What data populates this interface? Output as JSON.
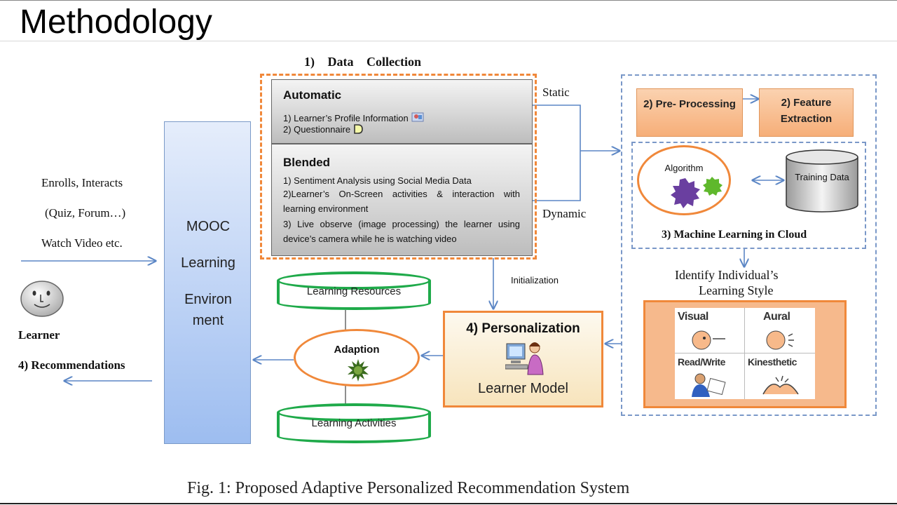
{
  "slide": {
    "title": "Methodology"
  },
  "data_collection": {
    "heading_num": "1)",
    "heading_text": "Data Collection",
    "static_label": "Static",
    "dynamic_label": "Dynamic",
    "automatic": {
      "title": "Automatic",
      "items": [
        "1) Learner’s Profile Information",
        "2) Questionnaire"
      ]
    },
    "blended": {
      "title": "Blended",
      "items": [
        "1) Sentiment Analysis using Social Media Data",
        "2)Learner’s On-Screen activities & interaction with learning environment",
        "3) Live observe (image processing) the learner using device’s camera while he is watching video"
      ]
    }
  },
  "learner_side": {
    "action_lines": [
      "Enrolls, Interacts",
      "(Quiz, Forum…)",
      "Watch Video etc."
    ],
    "learner_label": "Learner",
    "recommendations_label": "4) Recommendations"
  },
  "mooc": {
    "lines": [
      "MOOC",
      "Learning",
      "Environ",
      "ment"
    ]
  },
  "adaption": {
    "label": "Adaption",
    "resources": "Learning Resources",
    "activities": "Learning Activities"
  },
  "initialization_label": "Initialization",
  "personalization": {
    "title": "4) Personalization",
    "subtitle": "Learner Model"
  },
  "cloud": {
    "pre_processing": "2) Pre- Processing",
    "feature_extraction": "2) Feature Extraction",
    "algorithm": "Algorithm",
    "training_data": "Training Data",
    "ml_label": "3) Machine Learning in Cloud",
    "identify_line1": "Identify Individual’s",
    "identify_line2": "Learning Style"
  },
  "learning_styles": [
    "Visual",
    "Aural",
    "Read/Write",
    "Kinesthetic"
  ],
  "caption": "Fig. 1: Proposed Adaptive Personalized Recommendation System",
  "colors": {
    "orange_border": "#f0883a",
    "green_cylinder": "#1faa4a",
    "arrow_blue": "#5b86c5",
    "mooc_blue": "#9dbdf0"
  }
}
